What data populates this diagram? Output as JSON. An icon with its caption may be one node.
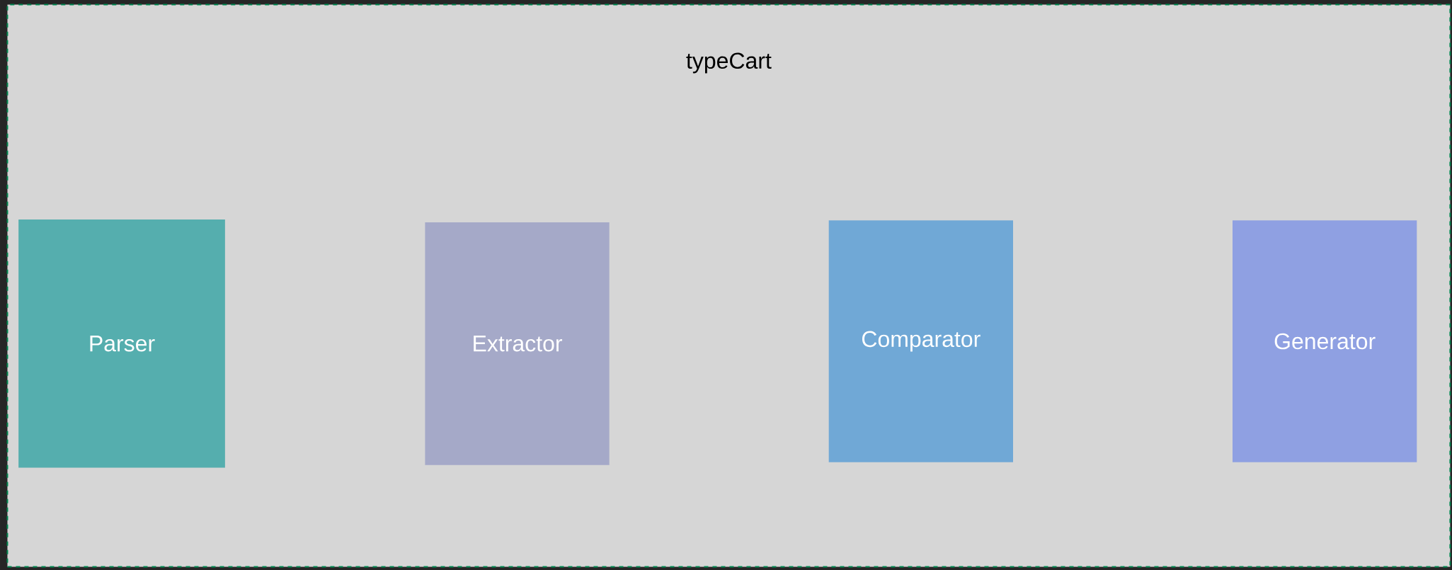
{
  "diagram": {
    "nodes": [
      {
        "text": [
          "typeCart"
        ]
      },
      {
        "text": [
          "Parser"
        ],
        "in": 0
      },
      {
        "text": [
          "Extractor"
        ],
        "in": 0
      },
      {
        "text": [
          "Comparator"
        ],
        "in": 0
      },
      {
        "text": [
          "Generator"
        ],
        "in": 0
      }
    ]
  }
}
